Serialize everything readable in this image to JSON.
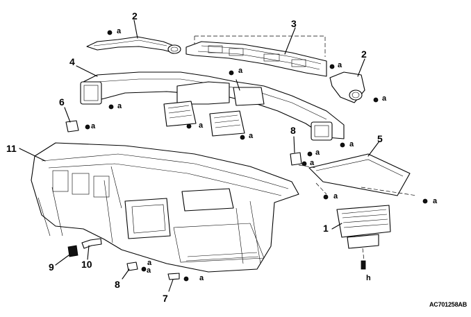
{
  "callouts": {
    "p1": "1",
    "p2_left": "2",
    "p2_right": "2",
    "p3": "3",
    "p4": "4",
    "p5": "5",
    "p6": "6",
    "p7": "7",
    "p8_top": "8",
    "p8_bottom": "8",
    "p9": "9",
    "p10": "10",
    "p11": "11"
  },
  "fastener_labels": {
    "a": "a",
    "h": "h"
  },
  "drawing_code": "AC701258AB"
}
